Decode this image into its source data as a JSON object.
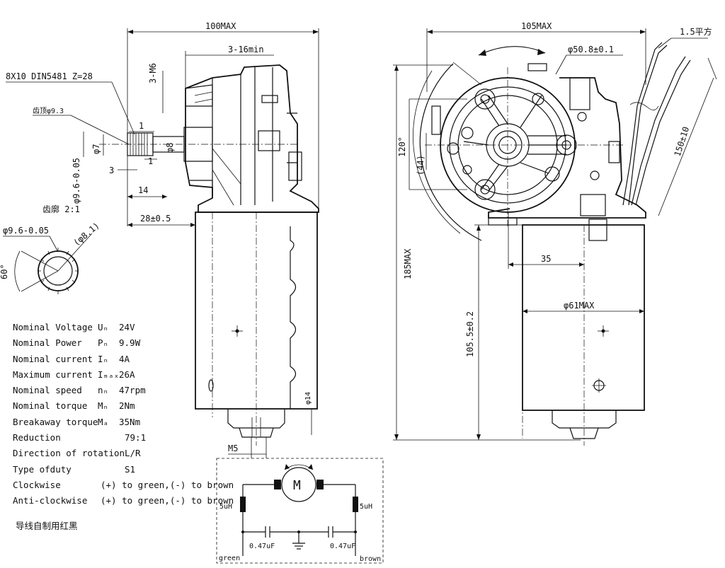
{
  "dims": {
    "left_width": "100MAX",
    "right_width": "105MAX",
    "thread_depth": "3-16min",
    "thread_spec": "3-M6",
    "spline_spec": "8X10 DIN5481 Z=28",
    "tip_dia": "齿顶φ9.3",
    "gear_ratio_label": "齿廓 2:1",
    "dim_1a": "1",
    "dim_1b": "1",
    "dim_7": "φ7",
    "dim_8": "φ8",
    "dim_3": "3",
    "dim_96": "φ9.6-0.05",
    "dim_14": "14",
    "dim_28": "28±0.5",
    "hole_dia": "φ50.8±0.1",
    "wire_size": "1.5平方",
    "angle_120": "120°",
    "dim_44": "(44)",
    "dim_150": "150±10",
    "height_185": "185MAX",
    "dim_35": "35",
    "dim_61": "φ61MAX",
    "dim_105": "105.5±0.2",
    "screw_m5": "M5",
    "side_14": "φ14",
    "detail_dia": "φ9.6-0.05",
    "detail_81": "(φ8.1)",
    "detail_angle": "60°"
  },
  "specs": [
    {
      "label": "Nominal Voltage",
      "sym": "Uₙ",
      "value": "24V"
    },
    {
      "label": "Nominal Power",
      "sym": "Pₙ",
      "value": "9.9W"
    },
    {
      "label": "Nominal current",
      "sym": "Iₙ",
      "value": "4A"
    },
    {
      "label": "Maximum current",
      "sym": "Iₘₐₓ",
      "value": "26A"
    },
    {
      "label": "Nominal speed",
      "sym": "nₙ",
      "value": "47rpm"
    },
    {
      "label": "Nominal torque",
      "sym": "Mₙ",
      "value": "2Nm"
    },
    {
      "label": "Breakaway torque",
      "sym": "Mₐ",
      "value": "35Nm"
    },
    {
      "label": "Reduction",
      "sym": "",
      "value": "79:1"
    },
    {
      "label": "Direction of rotation",
      "sym": "",
      "value": "L/R"
    },
    {
      "label": "Type ofduty",
      "sym": "",
      "value": "S1"
    },
    {
      "label": "Clockwise",
      "sym": "",
      "value": "(+) to green,(-) to brown"
    },
    {
      "label": "Anti-clockwise",
      "sym": "",
      "value": "(+) to green,(-) to brown"
    }
  ],
  "wire_note": "导线自制用红黑",
  "circuit": {
    "motor": "M",
    "inductor_left": "5uH",
    "inductor_right": "5uH",
    "cap_left": "0.47uF",
    "cap_right": "0.47uF",
    "green": "green",
    "brown": "brown"
  }
}
